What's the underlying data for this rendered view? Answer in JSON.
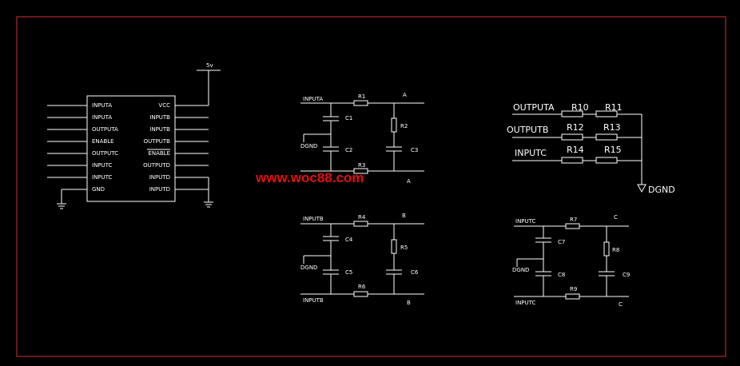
{
  "colors": {
    "background": "#000000",
    "frame": "#d03030",
    "wire": "#ffffff",
    "watermark": "#e01010"
  },
  "watermark": "www.woc88.com",
  "ic": {
    "supply_label": "5v",
    "left_pins": [
      "INPUTA",
      "INPUTA",
      "OUTPUTA",
      "ENABLE",
      "OUTPUTC",
      "INPUTC",
      "INPUTC",
      "GND"
    ],
    "right_pins": [
      "VCC",
      "INPUTB",
      "INPUTB",
      "OUTPUTB",
      "ENABLE",
      "OUTPUTD",
      "INPUTD",
      "INPUTD"
    ]
  },
  "filter_a": {
    "in_top": "INPUTA",
    "node_top": "A",
    "node_bottom": "A",
    "r_top": "R1",
    "r_shunt": "R2",
    "r_bottom": "R3",
    "c1": "C1",
    "c2": "C2",
    "c3": "C3",
    "gnd": "DGND"
  },
  "filter_b": {
    "in_top": "INPUTB",
    "in_bottom": "INPUTB",
    "node_top": "B",
    "node_bottom": "B",
    "r_top": "R4",
    "r_shunt": "R5",
    "r_bottom": "R6",
    "c1": "C4",
    "c2": "C5",
    "c3": "C6",
    "gnd": "DGND"
  },
  "filter_c": {
    "in_top": "INPUTC",
    "in_bottom": "INPUTC",
    "node_top": "C",
    "node_bottom": "C",
    "r_top": "R7",
    "r_shunt": "R8",
    "r_bottom": "R9",
    "c1": "C7",
    "c2": "C8",
    "c3": "C9",
    "gnd": "DGND"
  },
  "ladder": {
    "rows": [
      {
        "input": "OUTPUTA",
        "r1": "R10",
        "r2": "R11"
      },
      {
        "input": "OUTPUTB",
        "r1": "R12",
        "r2": "R13"
      },
      {
        "input": "INPUTC",
        "r1": "R14",
        "r2": "R15"
      }
    ],
    "gnd": "DGND"
  }
}
